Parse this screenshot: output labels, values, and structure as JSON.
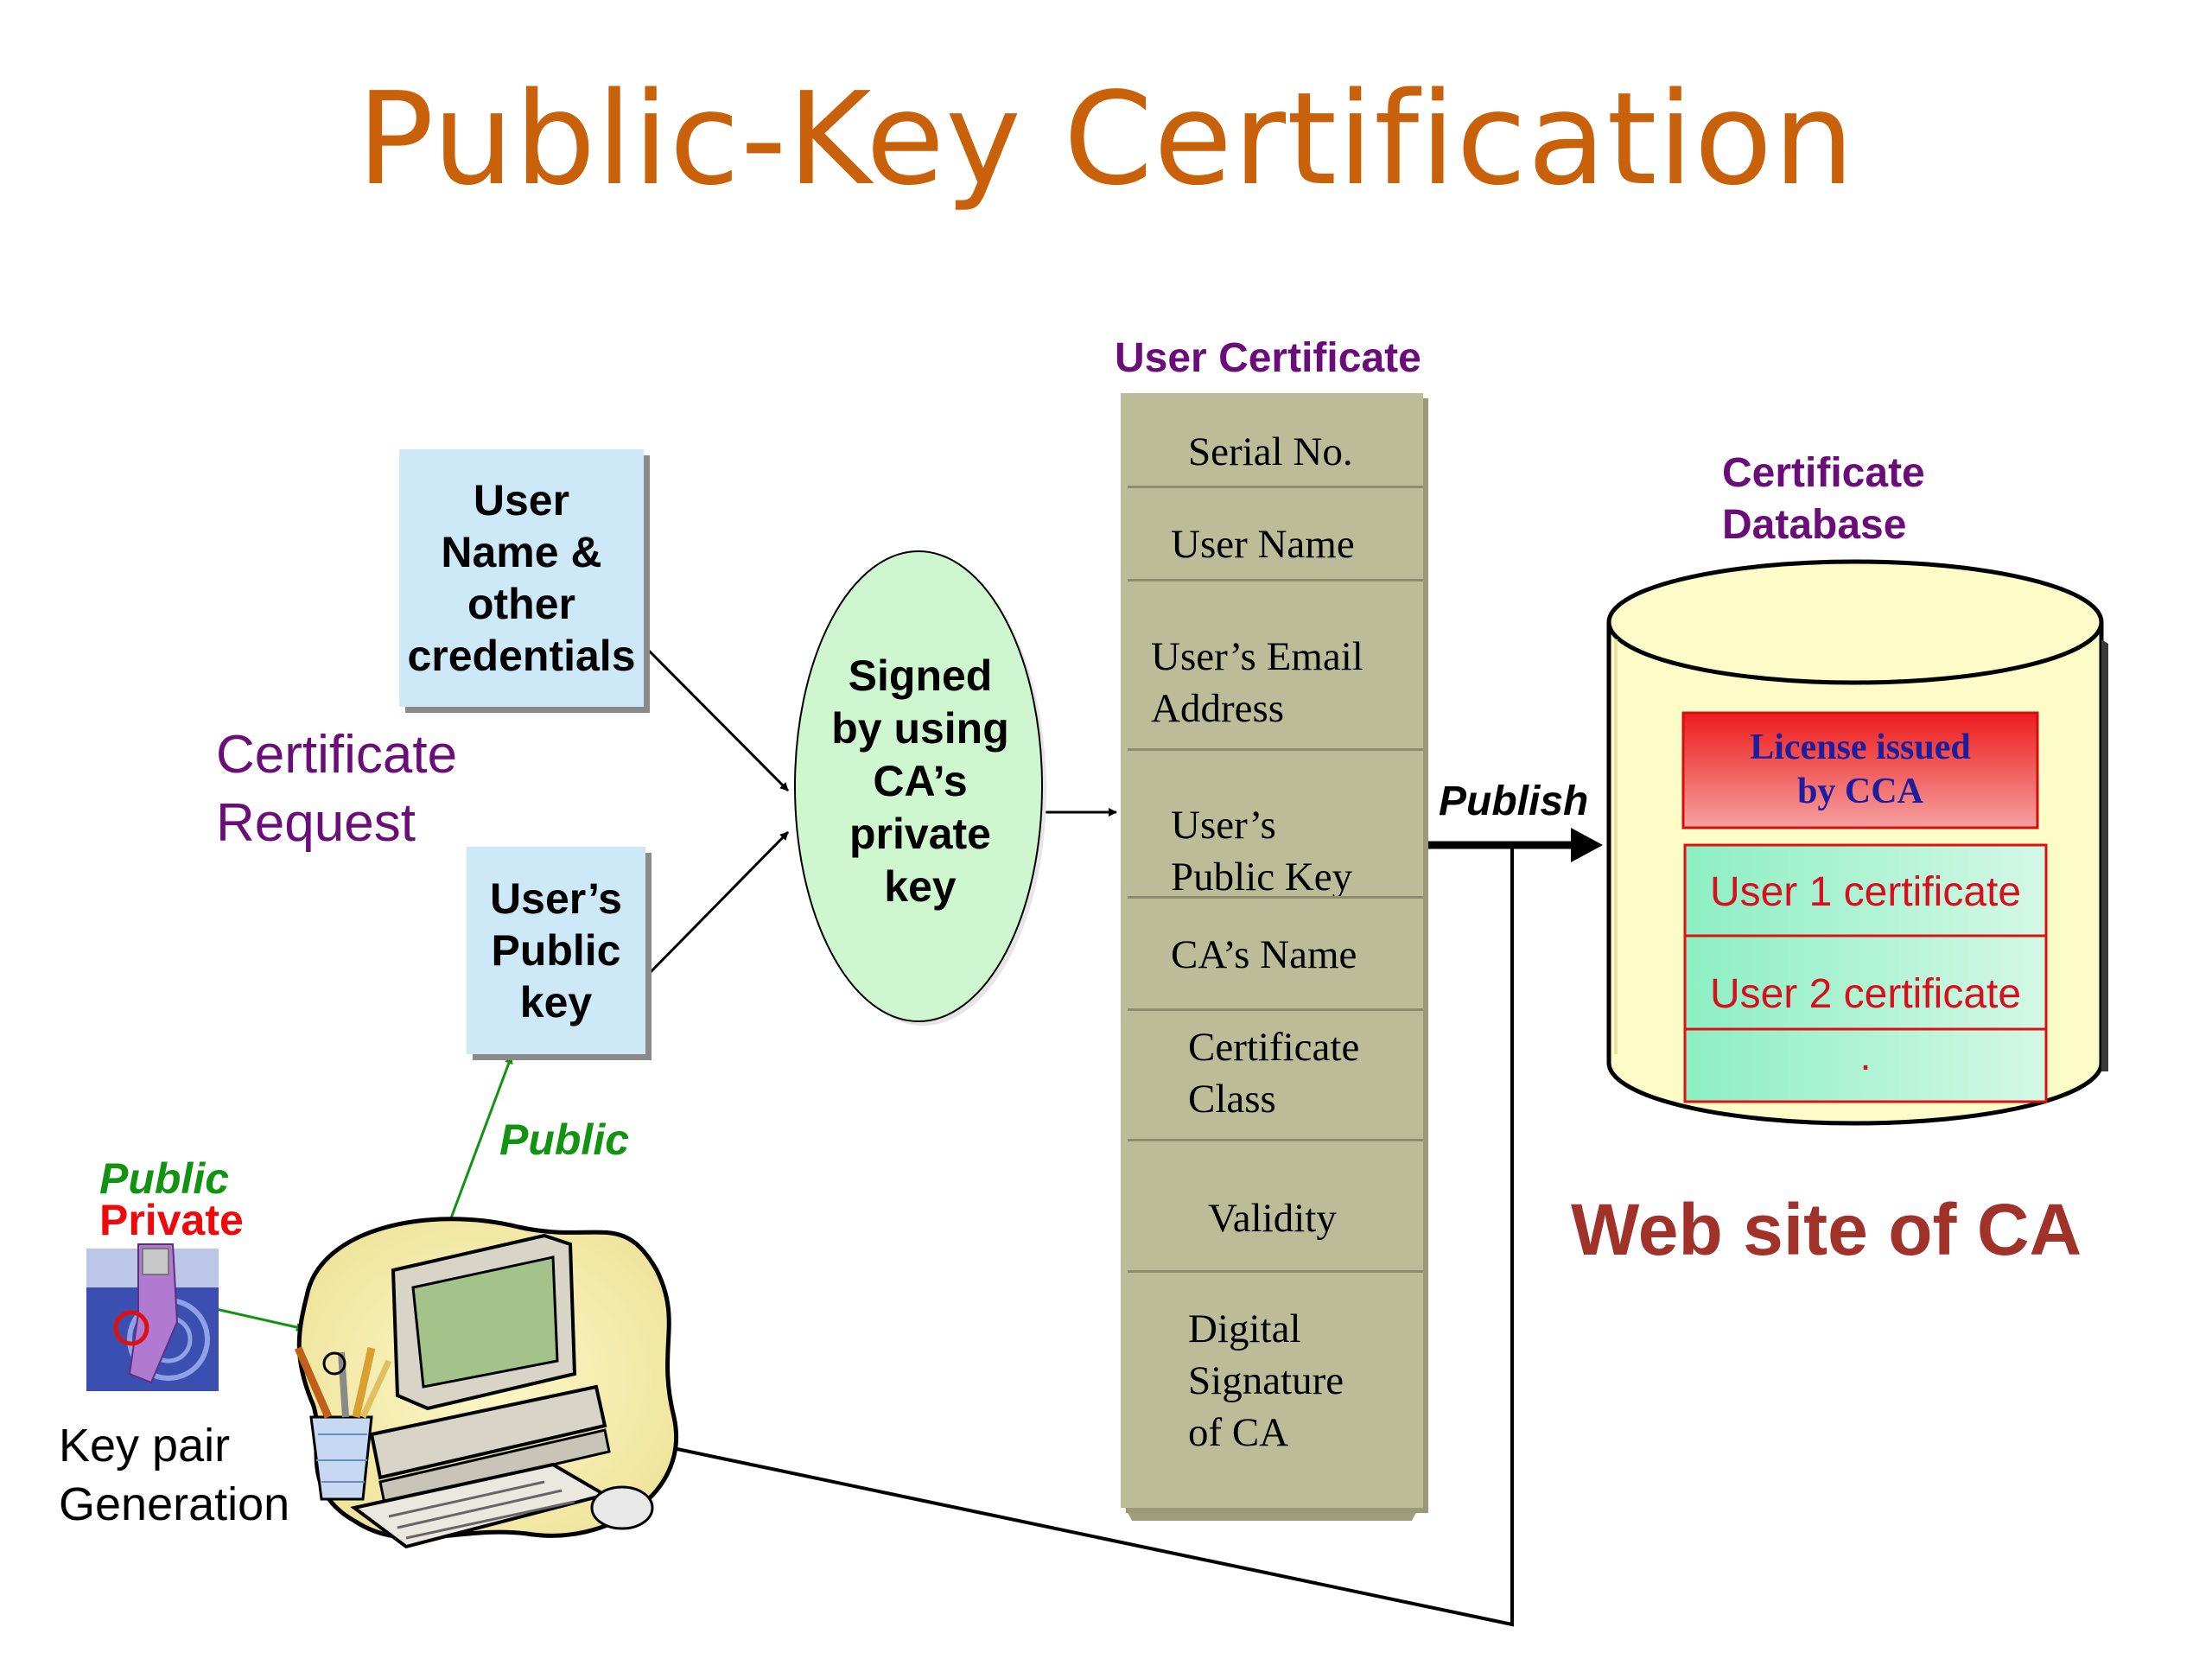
{
  "title": "Public-Key Certification",
  "request": {
    "credentials_box": "User\nName &\nother\ncredentials",
    "public_key_box": "User’s\nPublic\nkey",
    "label": "Certificate\nRequest"
  },
  "signing": {
    "label": "Signed\nby using\nCA’s\nprivate\nkey"
  },
  "certificate": {
    "header": "User Certificate",
    "fields": [
      "Serial No.",
      "User Name",
      "User’s Email\nAddress",
      "User’s\nPublic Key",
      "CA’s Name",
      "Certificate\nClass",
      "Validity",
      "Digital\nSignature\nof CA"
    ]
  },
  "publish_label": "Publish",
  "database": {
    "header": "Certificate\nDatabase",
    "license": "License issued\nby CCA",
    "rows": [
      "User 1 certificate",
      "User 2 certificate",
      "."
    ]
  },
  "website_label": "Web site of CA",
  "keygen": {
    "public_arrow_label": "Public",
    "legend_public": "Public",
    "legend_private": "Private",
    "label": "Key pair\nGeneration"
  },
  "colors": {
    "title": "#c9600a",
    "purple": "#6a0d78",
    "box_fill": "#cde8f7",
    "ellipse_fill": "#cff7cf",
    "cert_fill": "#bdbc98",
    "db_fill": "#fcfcc8",
    "license_red": "#ee3c3c",
    "cert_row_green": "#aef3d2",
    "website": "#a0322a",
    "green_text": "#129412",
    "red_text": "#ee0a0a"
  },
  "icons": [
    "usb-key-icon",
    "computer-clipart-icon"
  ]
}
